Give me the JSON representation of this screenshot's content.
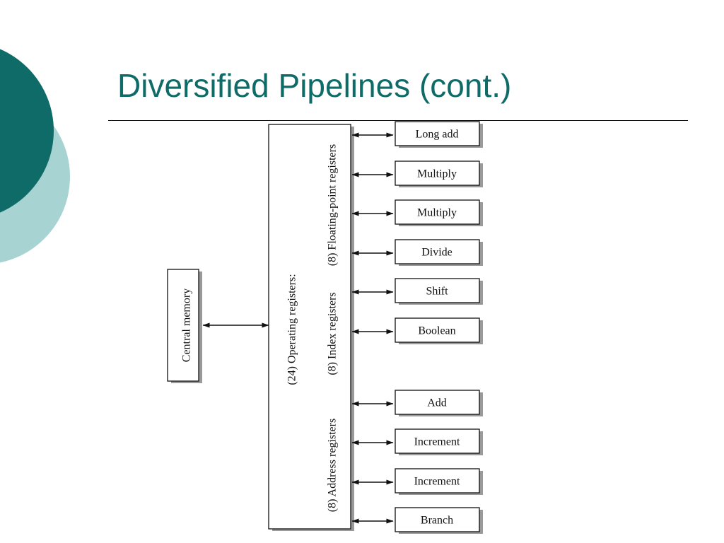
{
  "slide": {
    "title": "Diversified Pipelines (cont.)"
  },
  "colors": {
    "title": "#0f6b67",
    "circle_dark": "#0f6b67",
    "circle_light": "#a7d3d3"
  },
  "diagram": {
    "central_memory": "Central memory",
    "register_file": {
      "heading": "(24) Operating registers:",
      "floating_point": "(8) Floating-point registers",
      "index": "(8) Index registers",
      "address": "(8) Address registers"
    },
    "functional_units": [
      {
        "label": "Long add"
      },
      {
        "label": "Multiply"
      },
      {
        "label": "Multiply"
      },
      {
        "label": "Divide"
      },
      {
        "label": "Shift"
      },
      {
        "label": "Boolean"
      },
      {
        "label": "Add"
      },
      {
        "label": "Increment"
      },
      {
        "label": "Increment"
      },
      {
        "label": "Branch"
      }
    ]
  }
}
